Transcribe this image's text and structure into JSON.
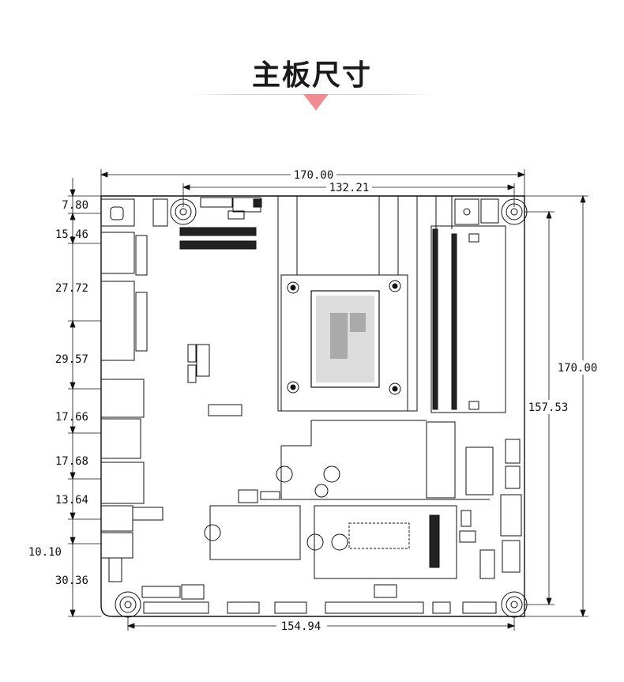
{
  "title": "主板尺寸",
  "colors": {
    "accent": "#f08c94",
    "line": "#111111"
  },
  "dimensions": {
    "top_width": "170.00",
    "top_hole_spacing": "132.21",
    "right_height": "170.00",
    "right_hole_spacing": "157.53",
    "bottom_hole_spacing": "154.94",
    "left": [
      "7.80",
      "15.46",
      "27.72",
      "29.57",
      "17.66",
      "17.68",
      "13.64",
      "10.10",
      "30.36"
    ]
  }
}
